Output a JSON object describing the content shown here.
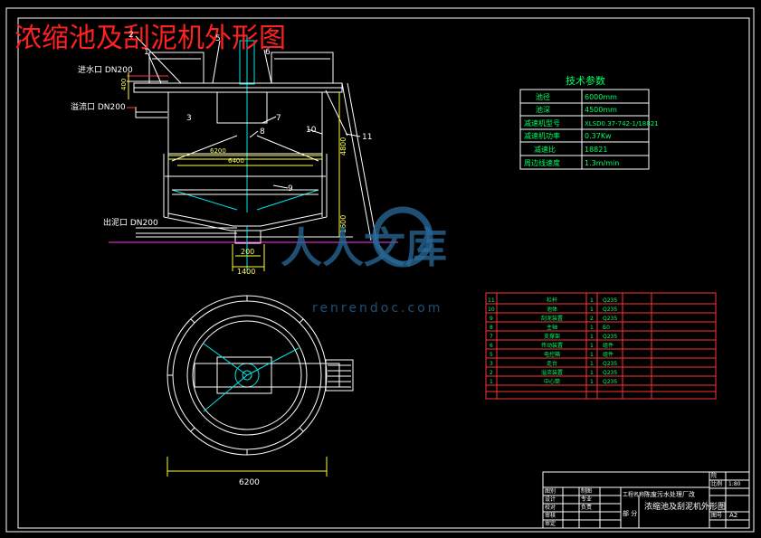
{
  "title": "浓缩池及刮泥机外形图",
  "labels": {
    "inlet": "进水口 DN200",
    "overflow": "溢流口 DN200",
    "outlet": "出泥口 DN200",
    "d_6200_top": "6200",
    "d_6400": "6400",
    "d_200": "200",
    "d_1400": "1400",
    "d_4800": "4800",
    "d_1800": "1600",
    "d_6200_bottom": "6200",
    "d_400": "400",
    "pn_1": "1",
    "pn_2": "2",
    "pn_3": "3",
    "pn_5": "5",
    "pn_6": "6",
    "pn_7": "7",
    "pn_8": "8",
    "pn_9": "9",
    "pn_10": "10",
    "pn_11": "11"
  },
  "tech": {
    "heading": "技术参数",
    "rows": [
      [
        "池径",
        "6000mm"
      ],
      [
        "池深",
        "4500mm"
      ],
      [
        "减速机型号",
        "XLSD0.37-742-1/18821"
      ],
      [
        "减速机功率",
        "0.37Kw"
      ],
      [
        "减速比",
        "18821"
      ],
      [
        "周边线速度",
        "1.3m/min"
      ]
    ]
  },
  "parts": [
    [
      "11",
      "栏杆",
      "1",
      "Q235"
    ],
    [
      "10",
      "池体",
      "1",
      "Q235"
    ],
    [
      "9",
      "刮泥装置",
      "2",
      "Q235"
    ],
    [
      "8",
      "主轴",
      "1",
      "Б0"
    ],
    [
      "7",
      "支撑架",
      "1",
      "Q235"
    ],
    [
      "6",
      "传动装置",
      "1",
      "组件"
    ],
    [
      "5",
      "电控箱",
      "1",
      "组件"
    ],
    [
      "3",
      "走台",
      "1",
      "Q235"
    ],
    [
      "2",
      "溢流装置",
      "1",
      "Q235"
    ],
    [
      "1",
      "中心筒",
      "1",
      "Q235"
    ]
  ],
  "title_block": {
    "org": "工程名称",
    "project": "陈废污水处理厂改",
    "drawing": "浓缩池及刮泥机外形图",
    "part_label": "部 分",
    "scale_label": "比例",
    "scale": "1:80",
    "sheet_label": "图号",
    "size": "A2",
    "cells": [
      "图别",
      "院",
      "设计",
      "校对",
      "审核",
      "审定",
      "制图",
      "专业",
      "负责"
    ]
  },
  "watermark": {
    "text": "人人文库",
    "url": "renrendoc.com"
  }
}
